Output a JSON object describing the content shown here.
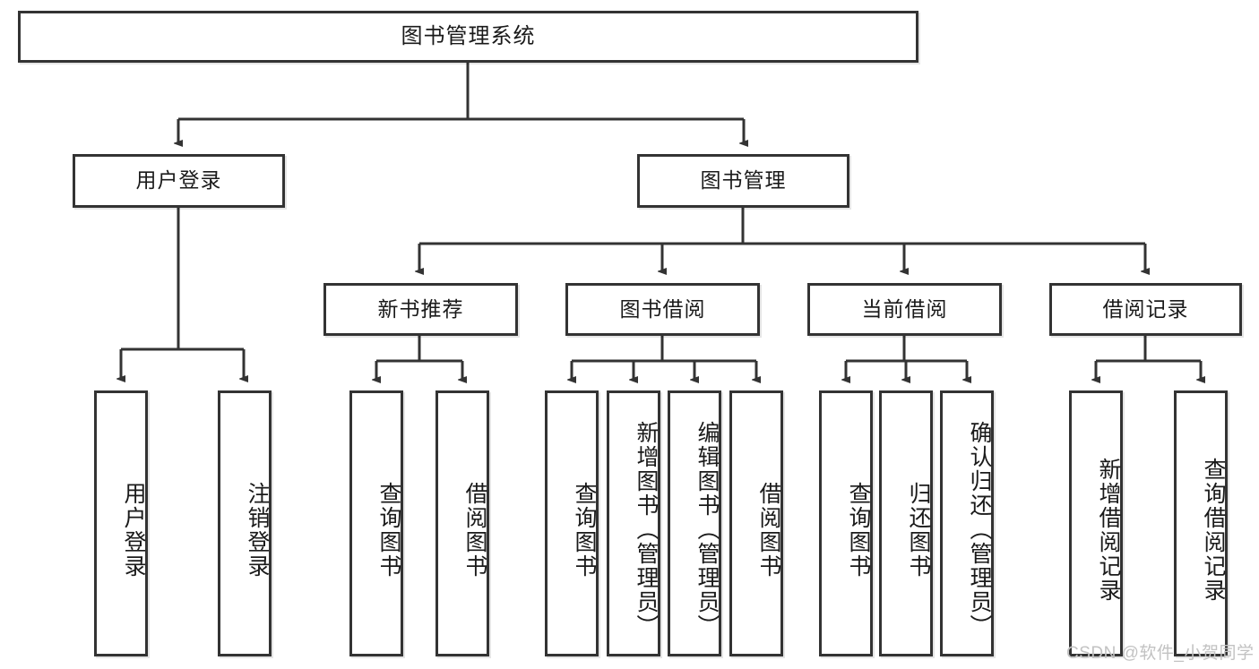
{
  "diagram": {
    "type": "hierarchy-tree",
    "title": "图书管理系统",
    "root": {
      "label": "图书管理系统"
    },
    "level1": [
      {
        "label": "用户登录"
      },
      {
        "label": "图书管理"
      }
    ],
    "level2": [
      {
        "label": "新书推荐"
      },
      {
        "label": "图书借阅"
      },
      {
        "label": "当前借阅"
      },
      {
        "label": "借阅记录"
      }
    ],
    "leaves": {
      "user_login": [
        {
          "label": "用户登录"
        },
        {
          "label": "注销登录"
        }
      ],
      "new_book_recommend": [
        {
          "label": "查询图书"
        },
        {
          "label": "借阅图书"
        }
      ],
      "book_borrow": [
        {
          "label": "查询图书"
        },
        {
          "label": "新增图书（管理员）"
        },
        {
          "label": "编辑图书（管理员）"
        },
        {
          "label": "借阅图书"
        }
      ],
      "current_borrow": [
        {
          "label": "查询图书"
        },
        {
          "label": "归还图书"
        },
        {
          "label": "确认归还（管理员）"
        }
      ],
      "borrow_record": [
        {
          "label": "新增借阅记录"
        },
        {
          "label": "查询借阅记录"
        }
      ]
    }
  },
  "watermark": {
    "text": "CSDN @软件_小贺同学"
  },
  "colors": {
    "stroke": "#333333",
    "background": "#ffffff",
    "text": "#1a1a1a",
    "watermark": "#c2c2c2"
  }
}
